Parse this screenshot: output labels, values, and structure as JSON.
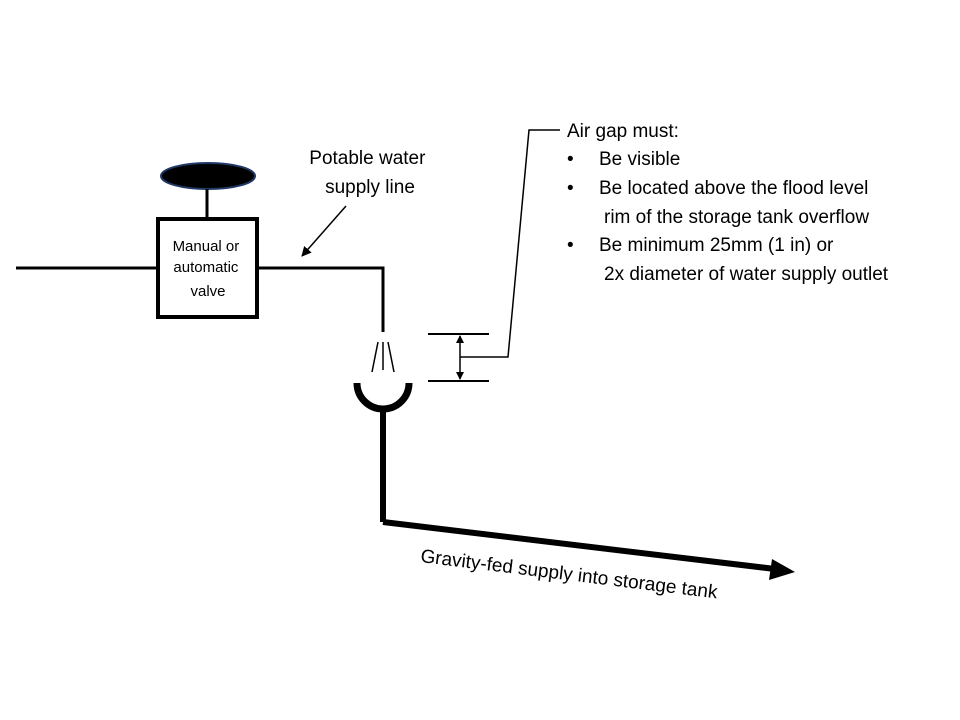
{
  "valve": {
    "label_lines": [
      "Manual or",
      "automatic",
      "valve"
    ]
  },
  "supply_line": {
    "label_lines": [
      "Potable water",
      "supply line"
    ]
  },
  "air_gap": {
    "heading": "Air gap must:",
    "bullet_glyph": "•",
    "bullets": [
      {
        "lines": [
          "Be visible"
        ]
      },
      {
        "lines": [
          "Be located above the flood level",
          "rim of the storage tank overflow"
        ]
      },
      {
        "lines": [
          "Be minimum 25mm (1 in) or",
          "2x diameter of water supply outlet"
        ]
      }
    ]
  },
  "outflow": {
    "label": "Gravity-fed supply into storage tank"
  },
  "colors": {
    "line": "#000000",
    "handwheel_fill": "#000000",
    "handwheel_stroke": "#1f3864",
    "background": "#ffffff"
  }
}
